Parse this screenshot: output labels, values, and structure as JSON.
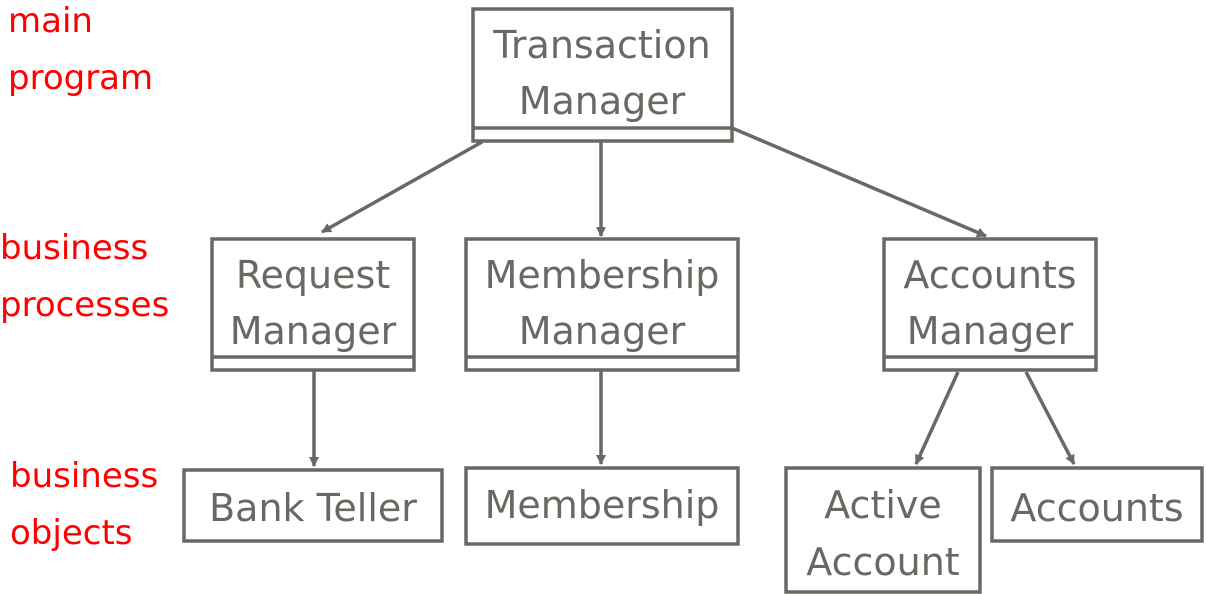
{
  "colors": {
    "box": "#6b6863",
    "label": "#ff0000"
  },
  "levels": {
    "main": [
      "main",
      "program"
    ],
    "processes": [
      "business",
      "processes"
    ],
    "objects": [
      "business",
      "objects"
    ]
  },
  "boxes": {
    "transaction_manager": [
      "Transaction",
      "Manager"
    ],
    "request_manager": [
      "Request",
      "Manager"
    ],
    "membership_manager": [
      "Membership",
      "Manager"
    ],
    "accounts_manager": [
      "Accounts",
      "Manager"
    ],
    "bank_teller": "Bank Teller",
    "membership": "Membership",
    "active_account": [
      "Active",
      "Account"
    ],
    "accounts": "Accounts"
  }
}
